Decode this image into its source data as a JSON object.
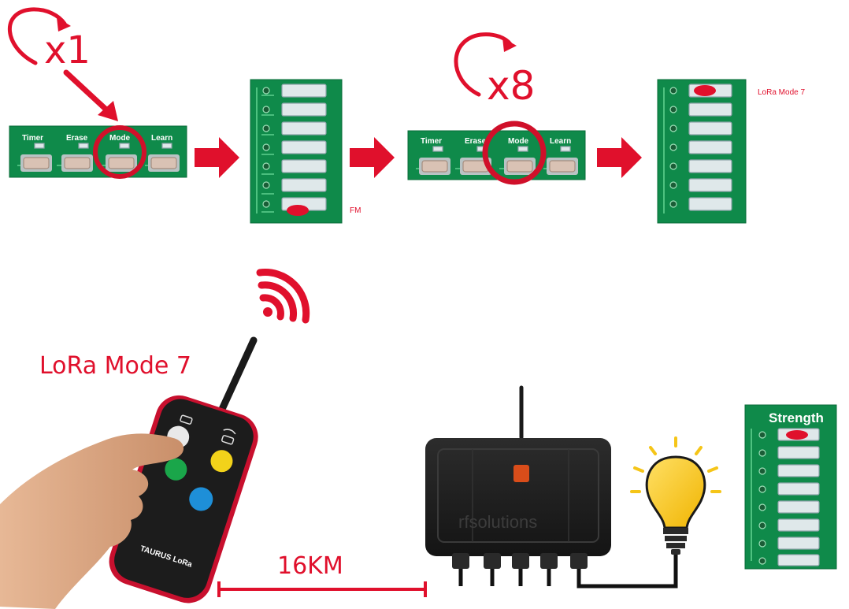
{
  "step1": {
    "repeat": "x1"
  },
  "step2": {
    "repeat": "x8"
  },
  "panel": {
    "buttons": [
      "Timer",
      "Erase",
      "Mode",
      "Learn"
    ]
  },
  "result1": {
    "label": "FM"
  },
  "result2": {
    "label": "LoRa Mode 7"
  },
  "remote": {
    "mode_label": "LoRa Mode 7",
    "brand": "TAURUS LoRa"
  },
  "receiver": {
    "brand": "rfsolutions"
  },
  "distance": {
    "label": "16KM"
  },
  "strength": {
    "title": "Strength"
  },
  "colors": {
    "accent": "#e0102c",
    "pcb": "#0f8a4a",
    "bulb": "#f5c518",
    "remote_body": "#1c1c1c",
    "remote_trim": "#c8102e"
  }
}
